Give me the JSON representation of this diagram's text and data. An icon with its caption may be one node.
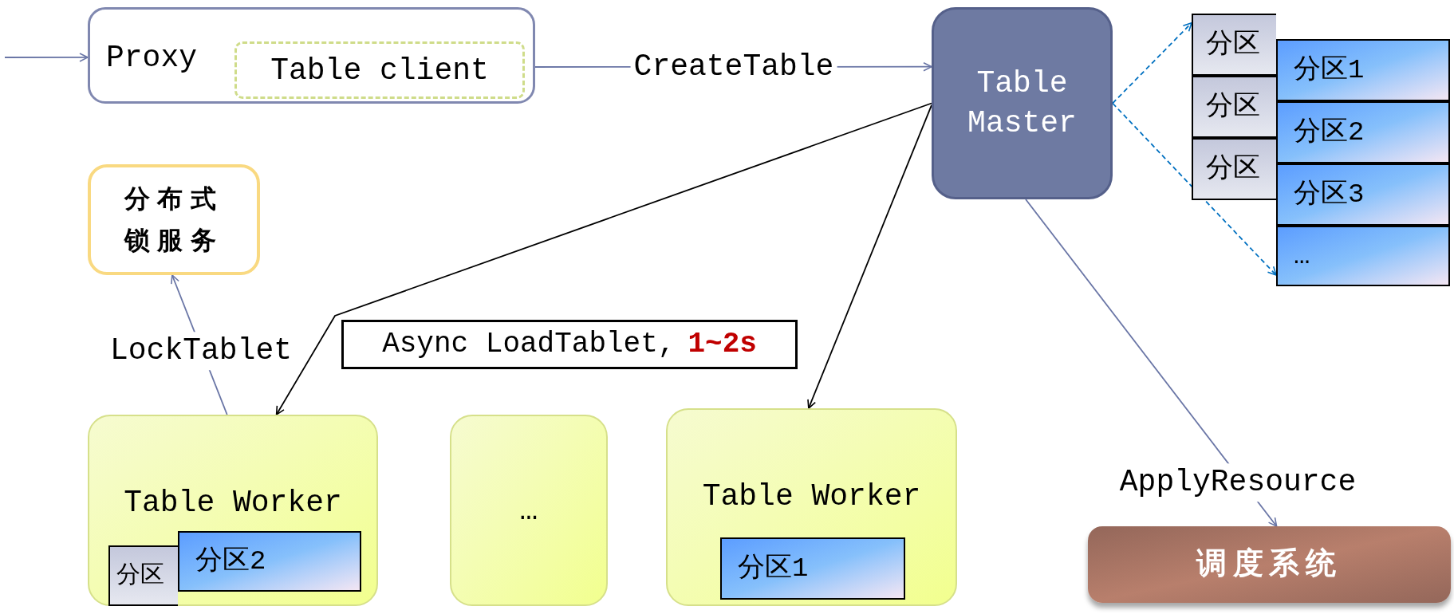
{
  "diagram": {
    "nodes": [
      {
        "text": [
          "Proxy"
        ]
      },
      {
        "text": [
          "Table client"
        ],
        "in": 0
      },
      {
        "text": [
          "Table Master"
        ]
      },
      {
        "text": [],
        "shape": "box"
      },
      {
        "text": [
          "分区"
        ],
        "in": 3
      },
      {
        "text": [
          "分区"
        ],
        "in": 3
      },
      {
        "text": [
          "分区"
        ],
        "in": 3
      },
      {
        "text": [],
        "shape": "box"
      },
      {
        "text": [
          "分区1"
        ],
        "in": 7
      },
      {
        "text": [
          "分区2"
        ],
        "in": 7
      },
      {
        "text": [
          "分区3"
        ],
        "in": 7
      },
      {
        "text": [
          "…"
        ],
        "in": 7
      },
      {
        "text": [
          "分布式锁服务"
        ]
      },
      {
        "text": [
          "Async LoadTablet,",
          "1~2s"
        ]
      },
      {
        "text": [
          "Table Worker"
        ]
      },
      {
        "text": [
          "分区"
        ],
        "in": 14
      },
      {
        "text": [
          "分区2"
        ],
        "in": 14
      },
      {
        "text": [
          "…"
        ]
      },
      {
        "text": [
          "Table Worker"
        ]
      },
      {
        "text": [
          "分区1"
        ],
        "in": 18
      },
      {
        "text": [
          "调度系统"
        ]
      }
    ],
    "edges": [
      {
        "from": null,
        "to": 0,
        "arrow": "to"
      },
      {
        "from": 0,
        "to": 2,
        "arrow": "to",
        "label": "CreateTable"
      },
      {
        "from": 2,
        "to": 3,
        "arrow": "to",
        "style": "dashed",
        "color": "#0070c0"
      },
      {
        "from": 2,
        "to": 7,
        "arrow": "to",
        "style": "dashed",
        "color": "#0070c0"
      },
      {
        "from": 2,
        "to": 14,
        "arrow": "to",
        "color": "#000000"
      },
      {
        "from": 2,
        "to": 18,
        "arrow": "to",
        "color": "#000000"
      },
      {
        "from": 14,
        "to": 12,
        "arrow": "to",
        "label": "LockTablet"
      },
      {
        "from": 2,
        "to": 20,
        "arrow": "to",
        "label": "ApplyResource"
      }
    ]
  }
}
